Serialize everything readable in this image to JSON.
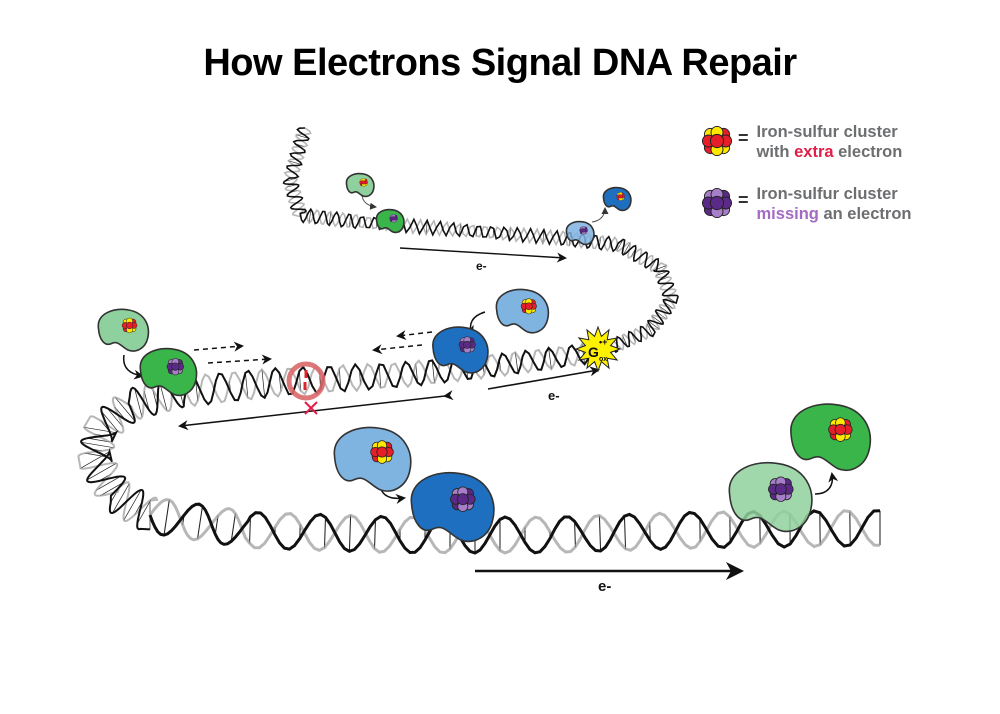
{
  "title": "How Electrons Signal DNA Repair",
  "legend": [
    {
      "icon": "iron-sulfur-cluster-reduced-icon",
      "equals": "=",
      "line1": "Iron-sulfur cluster",
      "line2_pre": "with ",
      "line2_highlight": "extra",
      "line2_post": " electron",
      "highlight_color": "#e11d48"
    },
    {
      "icon": "iron-sulfur-cluster-oxidized-icon",
      "equals": "=",
      "line1": "Iron-sulfur cluster",
      "line2_pre": "",
      "line2_highlight": "missing",
      "line2_post": " an electron",
      "highlight_color": "#a46bc4"
    }
  ],
  "labels": {
    "electron_top": "e-",
    "electron_middle": "e-",
    "electron_bottom": "e-",
    "guanine_radical": "G",
    "guanine_sup": "•+",
    "guanine_sub": "ox"
  },
  "colors": {
    "green_light": "#8fd19e",
    "green_dark": "#3ab54a",
    "blue_light": "#7fb3e0",
    "blue_dark": "#1f6fc1",
    "lesion": "#d9686c",
    "cluster_red": "#e61e27",
    "cluster_yellow": "#ffe800",
    "cluster_purple_dark": "#5b2a86",
    "cluster_purple_light": "#a77fc8",
    "star_yellow": "#fff200"
  }
}
